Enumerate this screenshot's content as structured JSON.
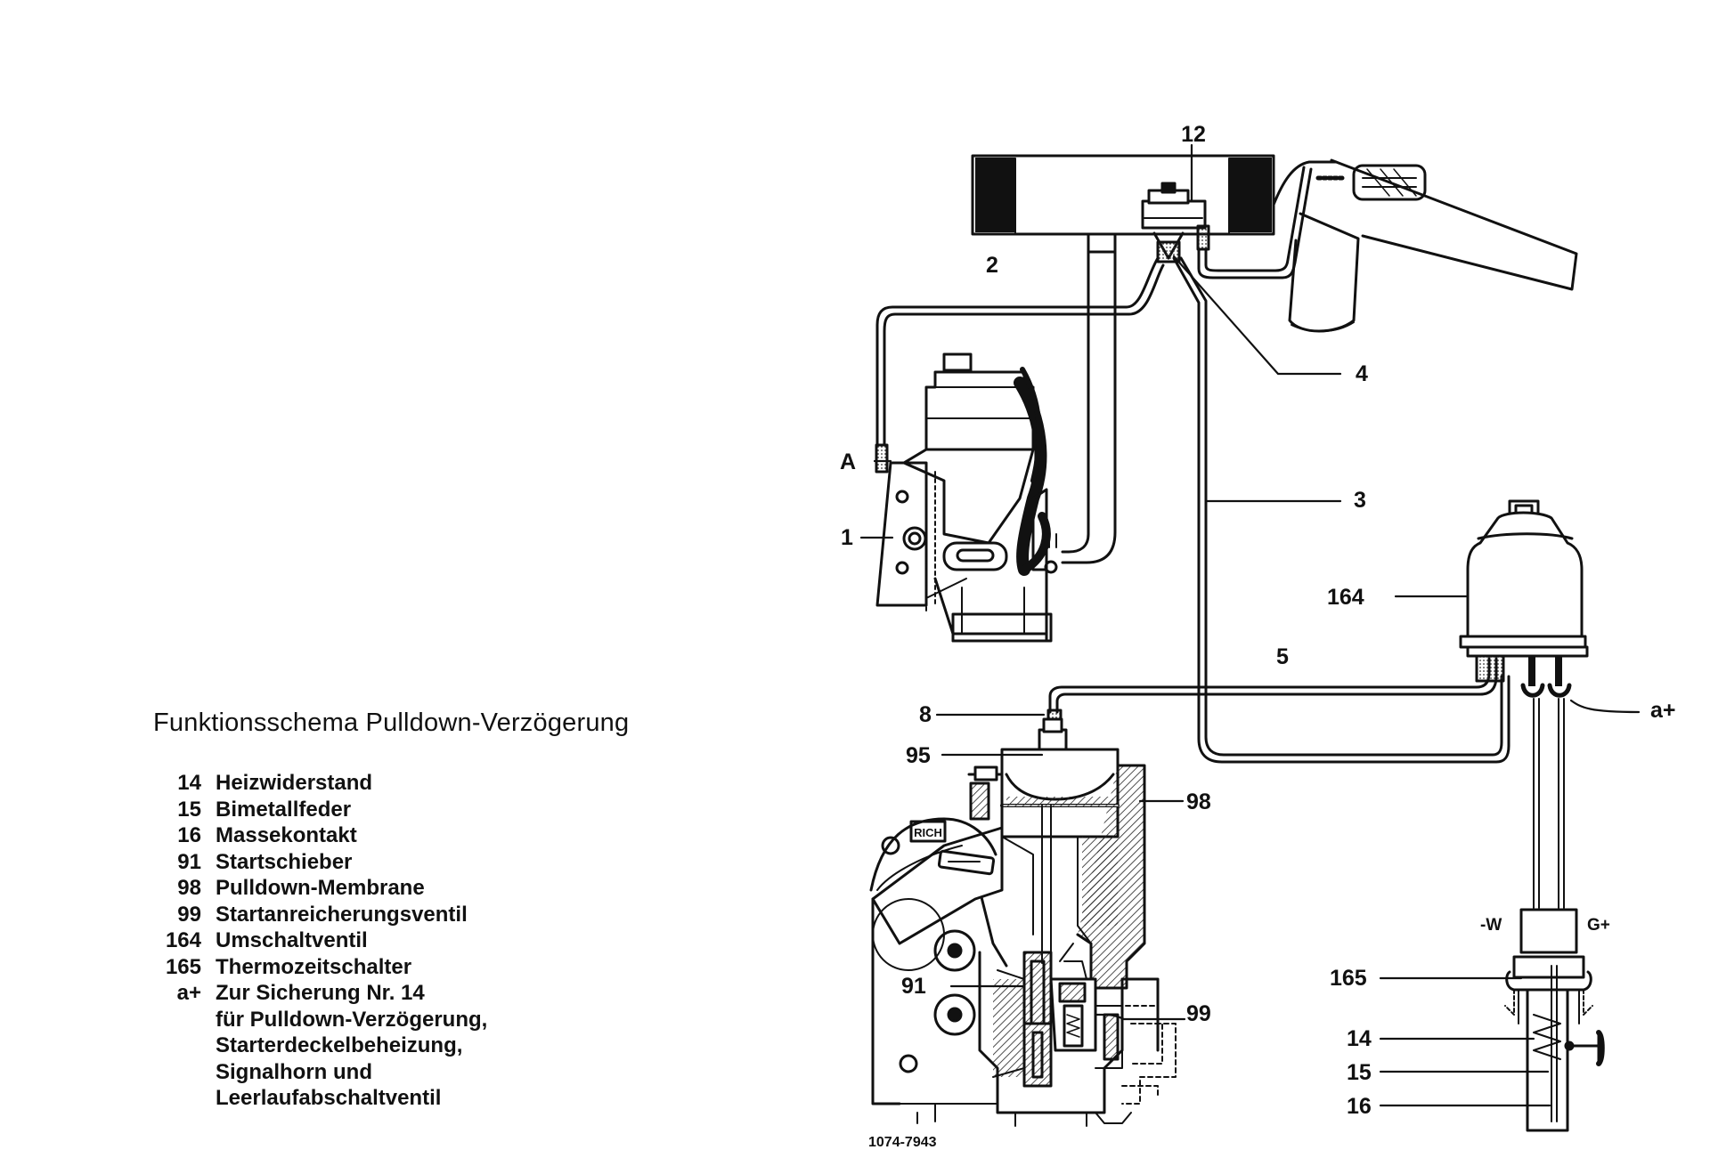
{
  "title": "Funktionsschema Pulldown-Verzögerung",
  "legend": [
    {
      "num": "14",
      "text": "Heizwiderstand"
    },
    {
      "num": "15",
      "text": "Bimetallfeder"
    },
    {
      "num": "16",
      "text": "Massekontakt"
    },
    {
      "num": "91",
      "text": "Startschieber"
    },
    {
      "num": "98",
      "text": "Pulldown-Membrane"
    },
    {
      "num": "99",
      "text": "Startanreicherungsventil"
    },
    {
      "num": "164",
      "text": "Umschaltventil"
    },
    {
      "num": "165",
      "text": "Thermozeitschalter"
    },
    {
      "num": "a+",
      "text": "Zur Sicherung Nr. 14\nfür Pulldown-Verzögerung,\nStarterdeckelbeheizung,\nSignalhorn und\nLeerlaufabschaltventil"
    }
  ],
  "callouts": {
    "c12": "12",
    "c2": "2",
    "c4": "4",
    "cA": "A",
    "c1": "1",
    "c3": "3",
    "c164": "164",
    "c5": "5",
    "ca": "a+",
    "c8": "8",
    "c95": "95",
    "c98": "98",
    "c91": "91",
    "c99": "99",
    "cW": "-W",
    "cG": "G+",
    "c165": "165",
    "c14": "14",
    "c15": "15",
    "c16": "16",
    "rich": "RICH"
  },
  "figure_code": "1074-7943"
}
